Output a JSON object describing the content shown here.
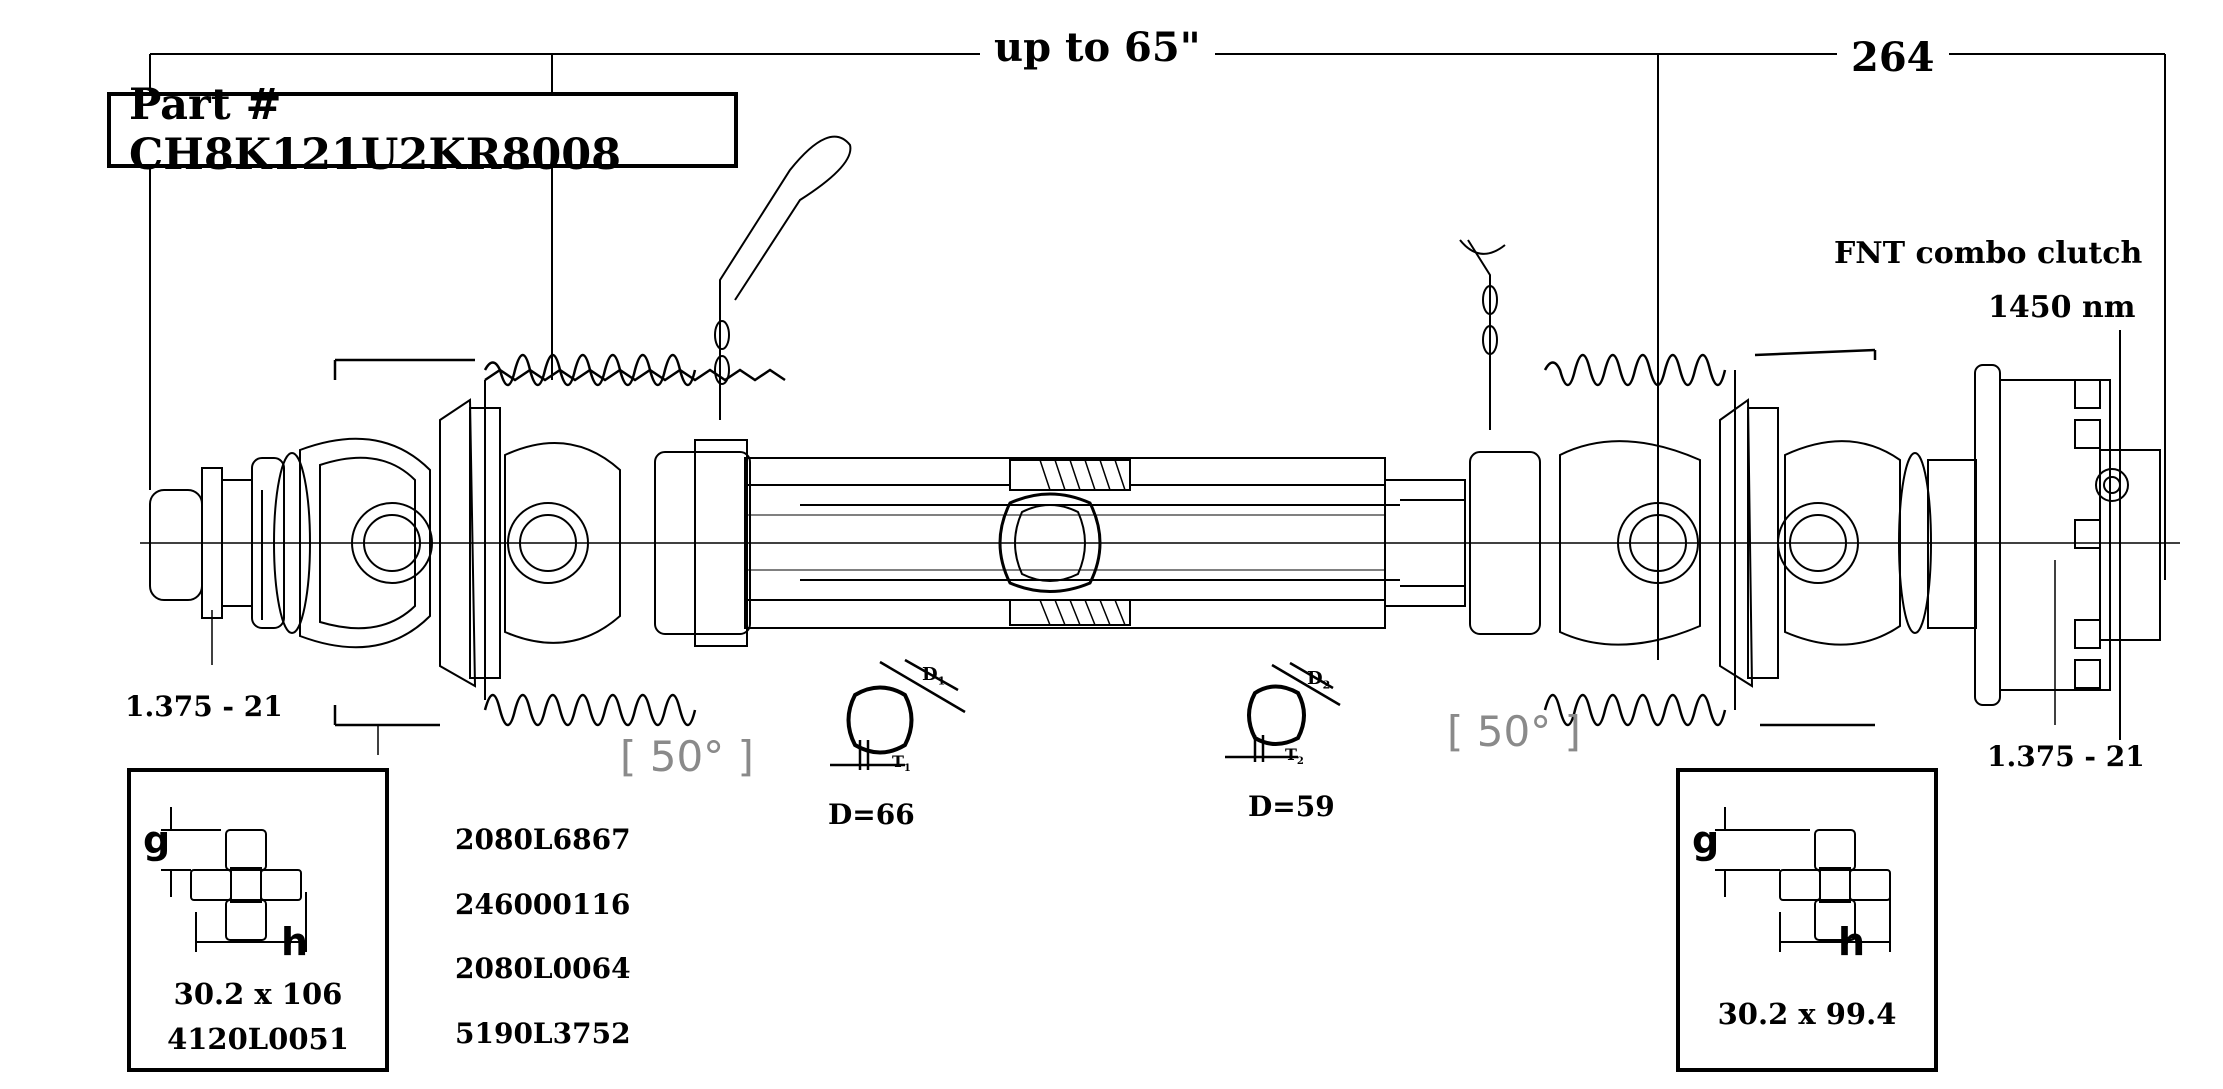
{
  "overall_length_label": "up to 65\"",
  "overall_length_mm": "264",
  "part_number": "Part # CH8K121U2KR8008",
  "clutch": {
    "name": "FNT combo clutch",
    "torque": "1450 nm"
  },
  "splines": {
    "left": "1.375 - 21",
    "right": "1.375 - 21"
  },
  "joint_angles": {
    "left": "[ 50° ]",
    "right": "[ 50° ]"
  },
  "tubes": {
    "outer": "D=66",
    "inner": "D=59",
    "outer_wall_label": "D",
    "outer_wall_sub": "1",
    "outer_thick_label": "T",
    "outer_thick_sub": "1",
    "inner_wall_label": "D",
    "inner_wall_sub": "2",
    "inner_thick_label": "T",
    "inner_thick_sub": "2"
  },
  "cross_left": {
    "g": "g",
    "h": "h",
    "size": "30.2 x 106",
    "code": "4120L0051"
  },
  "cross_right": {
    "g": "g",
    "h": "h",
    "size": "30.2 x 99.4"
  },
  "component_codes": [
    "2080L6867",
    "246000116",
    "2080L0064",
    "5190L3752"
  ]
}
